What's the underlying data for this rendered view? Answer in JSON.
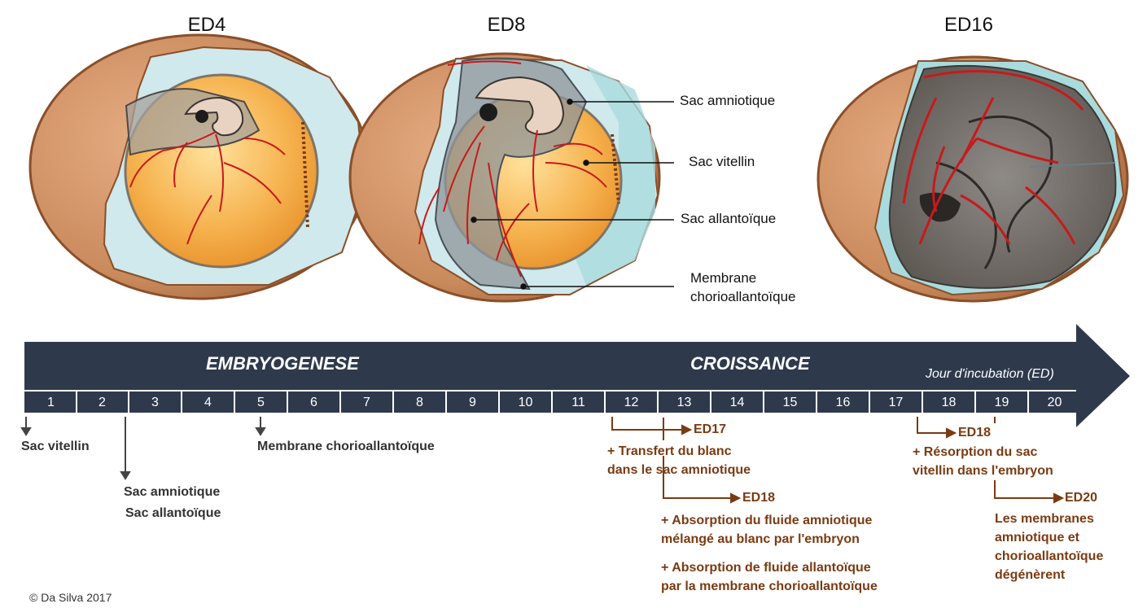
{
  "titles": [
    "ED4",
    "ED8",
    "ED16"
  ],
  "callouts": {
    "amnion": "Sac amniotique",
    "yolk": "Sac vitellin",
    "allantois": "Sac allantoïque",
    "cam_line1": "Membrane",
    "cam_line2": "chorioallantoïque"
  },
  "timeline": {
    "phase_left": "EMBRYOGENESE",
    "phase_right": "CROISSANCE",
    "axis_label": "Jour d'incubation (ED)",
    "days": [
      "1",
      "2",
      "3",
      "4",
      "5",
      "6",
      "7",
      "8",
      "9",
      "10",
      "11",
      "12",
      "13",
      "14",
      "15",
      "16",
      "17",
      "18",
      "19",
      "20"
    ]
  },
  "events": {
    "day1": "Sac vitellin",
    "day3_line1": "Sac amniotique",
    "day3_line2": "Sac allantoïque",
    "day5": "Membrane chorioallantoïque"
  },
  "notes": {
    "ed17_tag": "ED17",
    "ed17_line1": "+ Transfert du blanc",
    "ed17_line2": "dans le sac amniotique",
    "ed18a_tag": "ED18",
    "ed18a_line1": "+ Absorption du fluide amniotique",
    "ed18a_line2": "mélangé au blanc par l'embryon",
    "ed18a_line3": "+ Absorption de fluide allantoïque",
    "ed18a_line4": "par la membrane chorioallantoïque",
    "ed18b_tag": "ED18",
    "ed18b_line1": "+ Résorption du sac",
    "ed18b_line2": "vitellin dans l'embryon",
    "ed20_tag": "ED20",
    "ed20_line1": "Les membranes",
    "ed20_line2": "amniotique et",
    "ed20_line3": "chorioallantoïque",
    "ed20_line4": "dégénèrent"
  },
  "copyright": "© Da Silva 2017",
  "colors": {
    "shell": "#c98a5c",
    "shell_rim": "#8a4f2a",
    "albumen": "#cfe9ec",
    "yolk": "#f2a13a",
    "vessel": "#c8191c",
    "timeline": "#2e3a4c",
    "note": "#7a3b12"
  }
}
